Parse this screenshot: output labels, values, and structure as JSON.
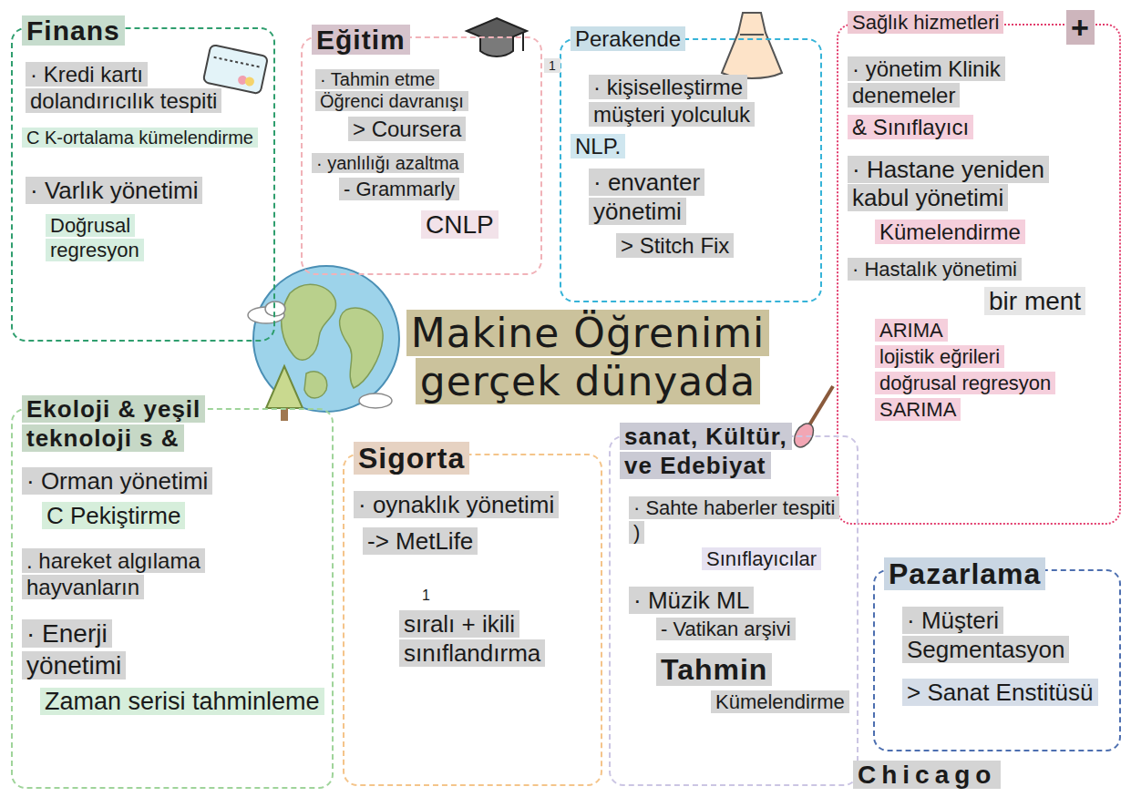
{
  "diagram": {
    "title": "Makine Öğrenimi gerçek dünyada",
    "nodes": [
      {
        "text": [
          "Finans",
          "· Kredi kartı dolandırıcılık tespiti",
          "C K-ortalama kümelendirme",
          "· Varlık yönetimi",
          "Doğrusal regresyon"
        ]
      },
      {
        "text": [
          "Eğitim",
          "· Tahmin etme Öğrenci davranışı",
          "> Coursera",
          "· yanlılığı azaltma",
          "- Grammarly",
          "CNLP"
        ]
      },
      {
        "text": [
          "Perakende",
          "· kişiselleştirme müşteri yolculuk",
          "NLP.",
          "· envanter yönetimi",
          "> Stitch Fix"
        ]
      },
      {
        "text": [
          "Sağlık hizmetleri",
          "+",
          "· yönetim Klinik denemeler",
          "& Sınıflayıcı",
          "· Hastane yeniden kabul yönetimi",
          "Kümelendirme",
          "· Hastalık yönetimi",
          "bir ment",
          "ARIMA",
          "lojistik eğrileri",
          "doğrusal regresyon",
          "SARIMA"
        ]
      },
      {
        "text": [
          "Ekoloji & yeşil teknoloji s &",
          "· Orman yönetimi",
          "C Pekiştirme",
          ". hareket algılama hayvanların",
          "· Enerji yönetimi",
          "Zaman serisi tahminleme"
        ]
      },
      {
        "text": [
          "Sigorta",
          "· oynaklık yönetimi",
          "-> MetLife",
          "sıralı + ikili sınıflandırma"
        ]
      },
      {
        "text": [
          "sanat, Kültür, ve Edebiyat",
          "· Sahte haberler tespiti )",
          "Sınıflayıcılar",
          "· Müzik ML",
          "- Vatikan arşivi",
          "Tahmin",
          "Kümelendirme"
        ]
      },
      {
        "text": [
          "Pazarlama",
          "· Müşteri Segmentasyon",
          "> Sanat Enstitüsü"
        ]
      }
    ],
    "labels": [
      "1",
      "1",
      "Chicago"
    ]
  }
}
